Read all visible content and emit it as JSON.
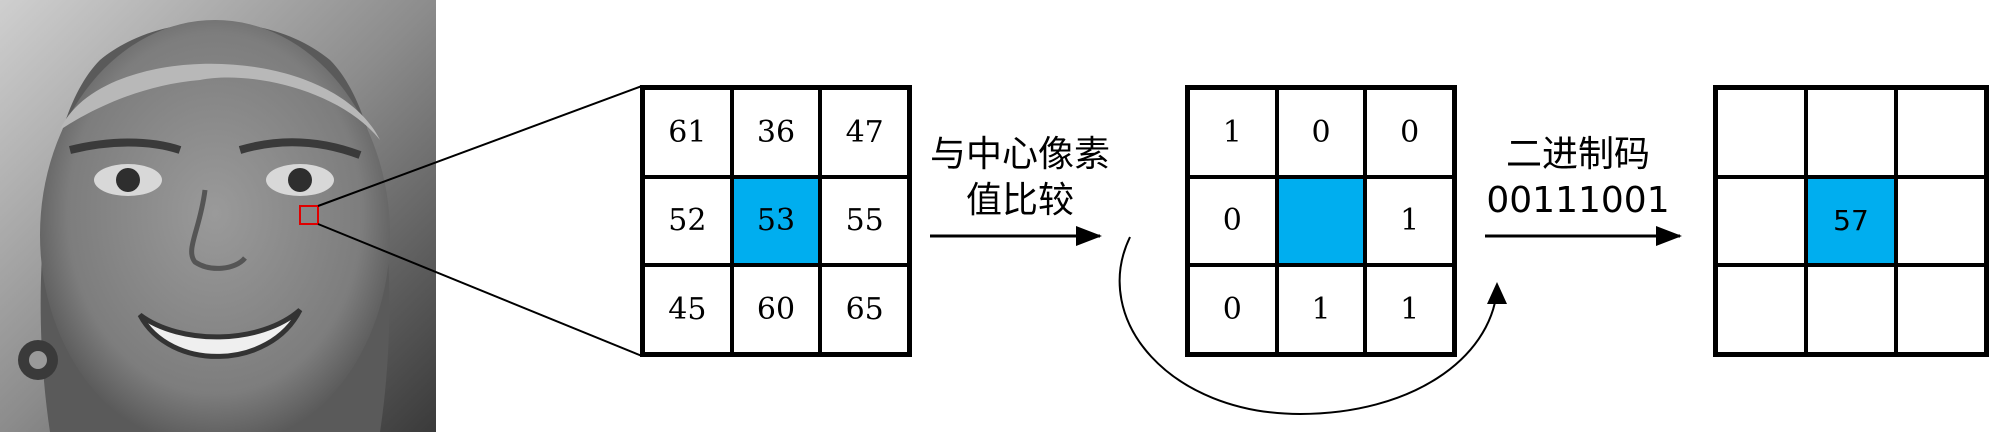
{
  "neighborhood_grid": {
    "cells": [
      "61",
      "36",
      "47",
      "52",
      "53",
      "55",
      "45",
      "60",
      "65"
    ]
  },
  "compare_label": {
    "line1": "与中心像素",
    "line2": "值比较"
  },
  "binary_grid": {
    "cells": [
      "1",
      "0",
      "0",
      "0",
      "",
      "1",
      "0",
      "1",
      "1"
    ]
  },
  "binary_label": {
    "line1": "二进制码",
    "line2": "00111001"
  },
  "result_grid": {
    "cells": [
      "",
      "",
      "",
      "",
      "57",
      "",
      "",
      "",
      ""
    ]
  },
  "colors": {
    "center_highlight": "#00AEEF",
    "roi_box": "#E00000",
    "face_base": "#6e6e6e"
  }
}
